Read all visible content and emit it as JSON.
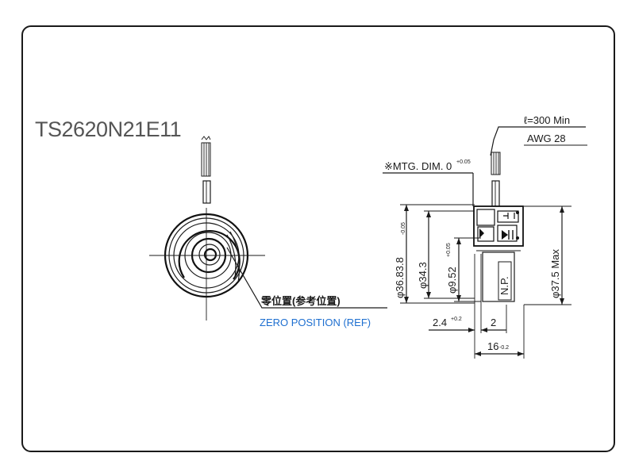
{
  "model": "TS2620N21E11",
  "zero_position_jp": "零位置(参考位置)",
  "zero_position_en": "ZERO POSITION (REF)",
  "lead_length": "ℓ=300 Min",
  "lead_gauge": "AWG 28",
  "mtg_dim": "※MTG. DIM. 0",
  "mtg_tol": "+0.05",
  "dim_outer": "φ36.83.8",
  "dim_outer_tol": "-0.05",
  "dim_mid": "φ34.3",
  "dim_bore": "φ9.52",
  "dim_bore_tol": "+0.05",
  "dim_max": "φ37.5 Max",
  "dim_offset": "2.4",
  "dim_offset_tol": "+0.2",
  "dim_gap": "2",
  "dim_length": "16",
  "dim_length_tol": "-0.2",
  "np_label": "N.P.",
  "colors": {
    "accent": "#1e6fd0",
    "line": "#1a1a1a",
    "title": "#555555"
  }
}
